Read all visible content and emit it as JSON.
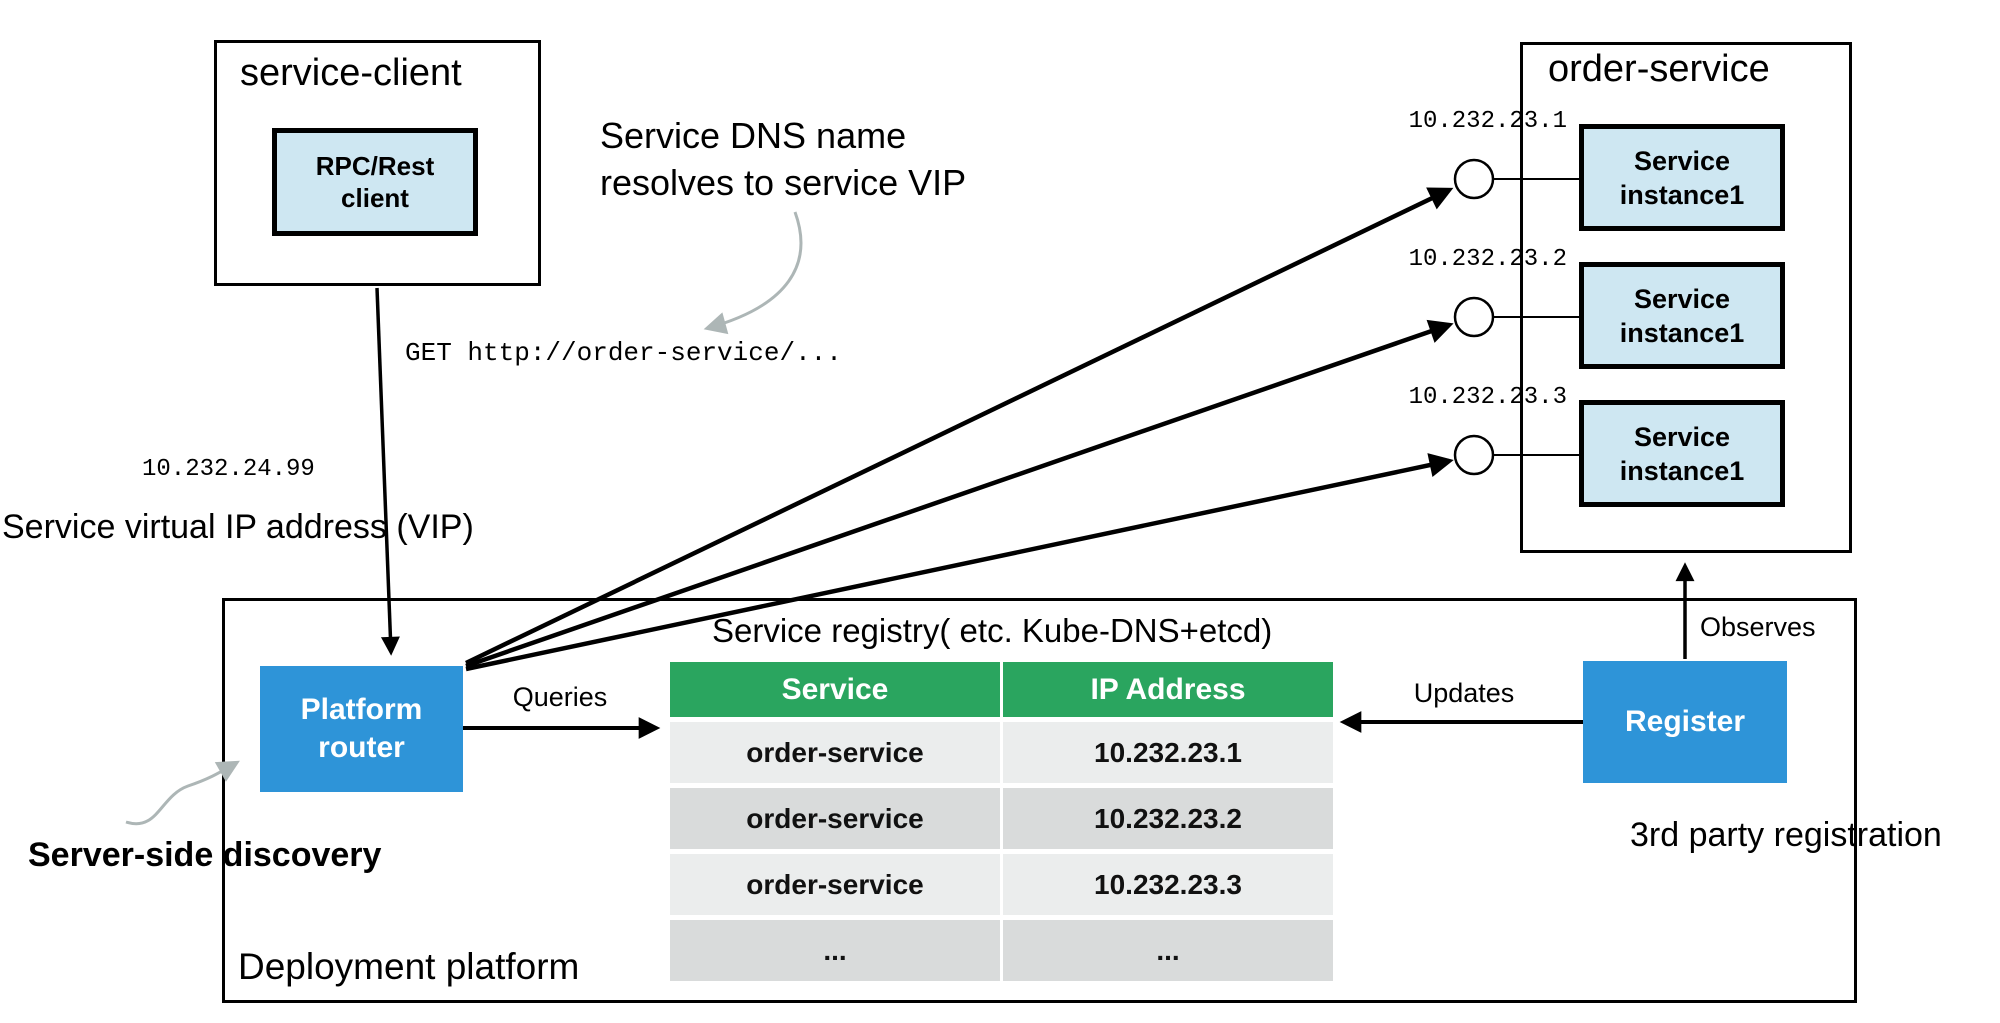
{
  "service_client": {
    "title": "service-client",
    "client_line1": "RPC/Rest",
    "client_line2": "client"
  },
  "dns_note": {
    "line1": "Service DNS name",
    "line2": "resolves to service VIP"
  },
  "get_request": "GET http://order-service/...",
  "vip": {
    "ip": "10.232.24.99",
    "label": "Service virtual IP address (VIP)"
  },
  "server_side_discovery_label": "Server-side discovery",
  "deployment_platform": {
    "label": "Deployment platform"
  },
  "platform_router": {
    "line1": "Platform",
    "line2": "router"
  },
  "register": {
    "label": "Register"
  },
  "arrows": {
    "queries": "Queries",
    "updates": "Updates",
    "observes": "Observes"
  },
  "third_party_registration_label": "3rd party registration",
  "service_registry": {
    "title": "Service registry( etc. Kube-DNS+etcd)",
    "columns": [
      "Service",
      "IP Address"
    ],
    "rows": [
      {
        "service": "order-service",
        "ip": "10.232.23.1"
      },
      {
        "service": "order-service",
        "ip": "10.232.23.2"
      },
      {
        "service": "order-service",
        "ip": "10.232.23.3"
      },
      {
        "service": "...",
        "ip": "..."
      }
    ]
  },
  "order_service": {
    "title": "order-service",
    "instances": [
      {
        "ip": "10.232.23.1",
        "line1": "Service",
        "line2": "instance1"
      },
      {
        "ip": "10.232.23.2",
        "line1": "Service",
        "line2": "instance1"
      },
      {
        "ip": "10.232.23.3",
        "line1": "Service",
        "line2": "instance1"
      }
    ]
  },
  "colors": {
    "blue": "#2E94D8",
    "light_blue": "#CEE7F2",
    "green": "#2AA55F",
    "row_dark": "#D9DBDB",
    "row_light": "#EBEDED",
    "arrow_gray": "#ADB6B6"
  }
}
